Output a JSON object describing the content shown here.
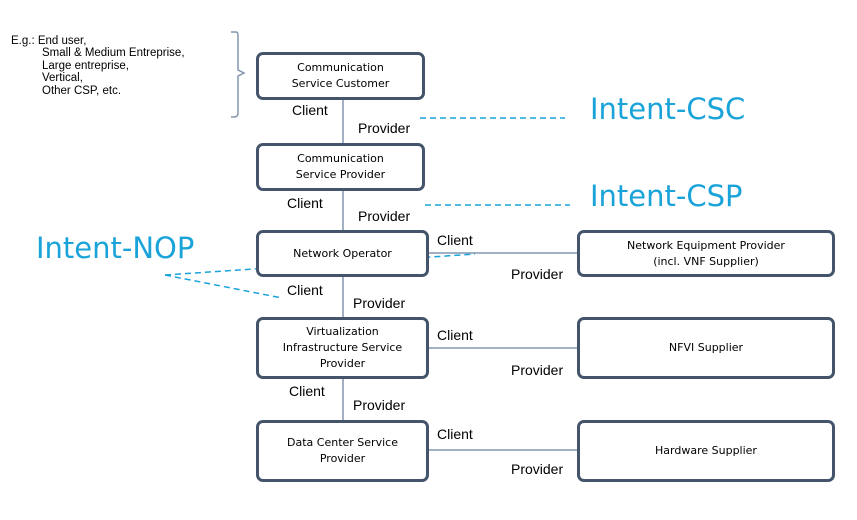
{
  "examples": {
    "heading": "E.g.: End user,",
    "items": [
      "Small & Medium Entreprise,",
      "Large entreprise,",
      "Vertical,",
      "Other CSP, etc."
    ]
  },
  "boxes": {
    "csc": "Communication\nService Customer",
    "csp": "Communication\nService Provider",
    "nop": "Network Operator",
    "visp": "Virtualization\nInfrastructure Service\nProvider",
    "dcsp": "Data Center Service\nProvider",
    "nep": "Network Equipment  Provider\n(incl. VNF Supplier)",
    "nfvi": "NFVI Supplier",
    "hw": "Hardware Supplier"
  },
  "roles": {
    "client": "Client",
    "provider": "Provider"
  },
  "intents": {
    "csc": "Intent-CSC",
    "csp": "Intent-CSP",
    "nop": "Intent-NOP"
  },
  "colors": {
    "box_border": "#44546a",
    "connector": "#8496b0",
    "intent": "#1aa3d9"
  }
}
